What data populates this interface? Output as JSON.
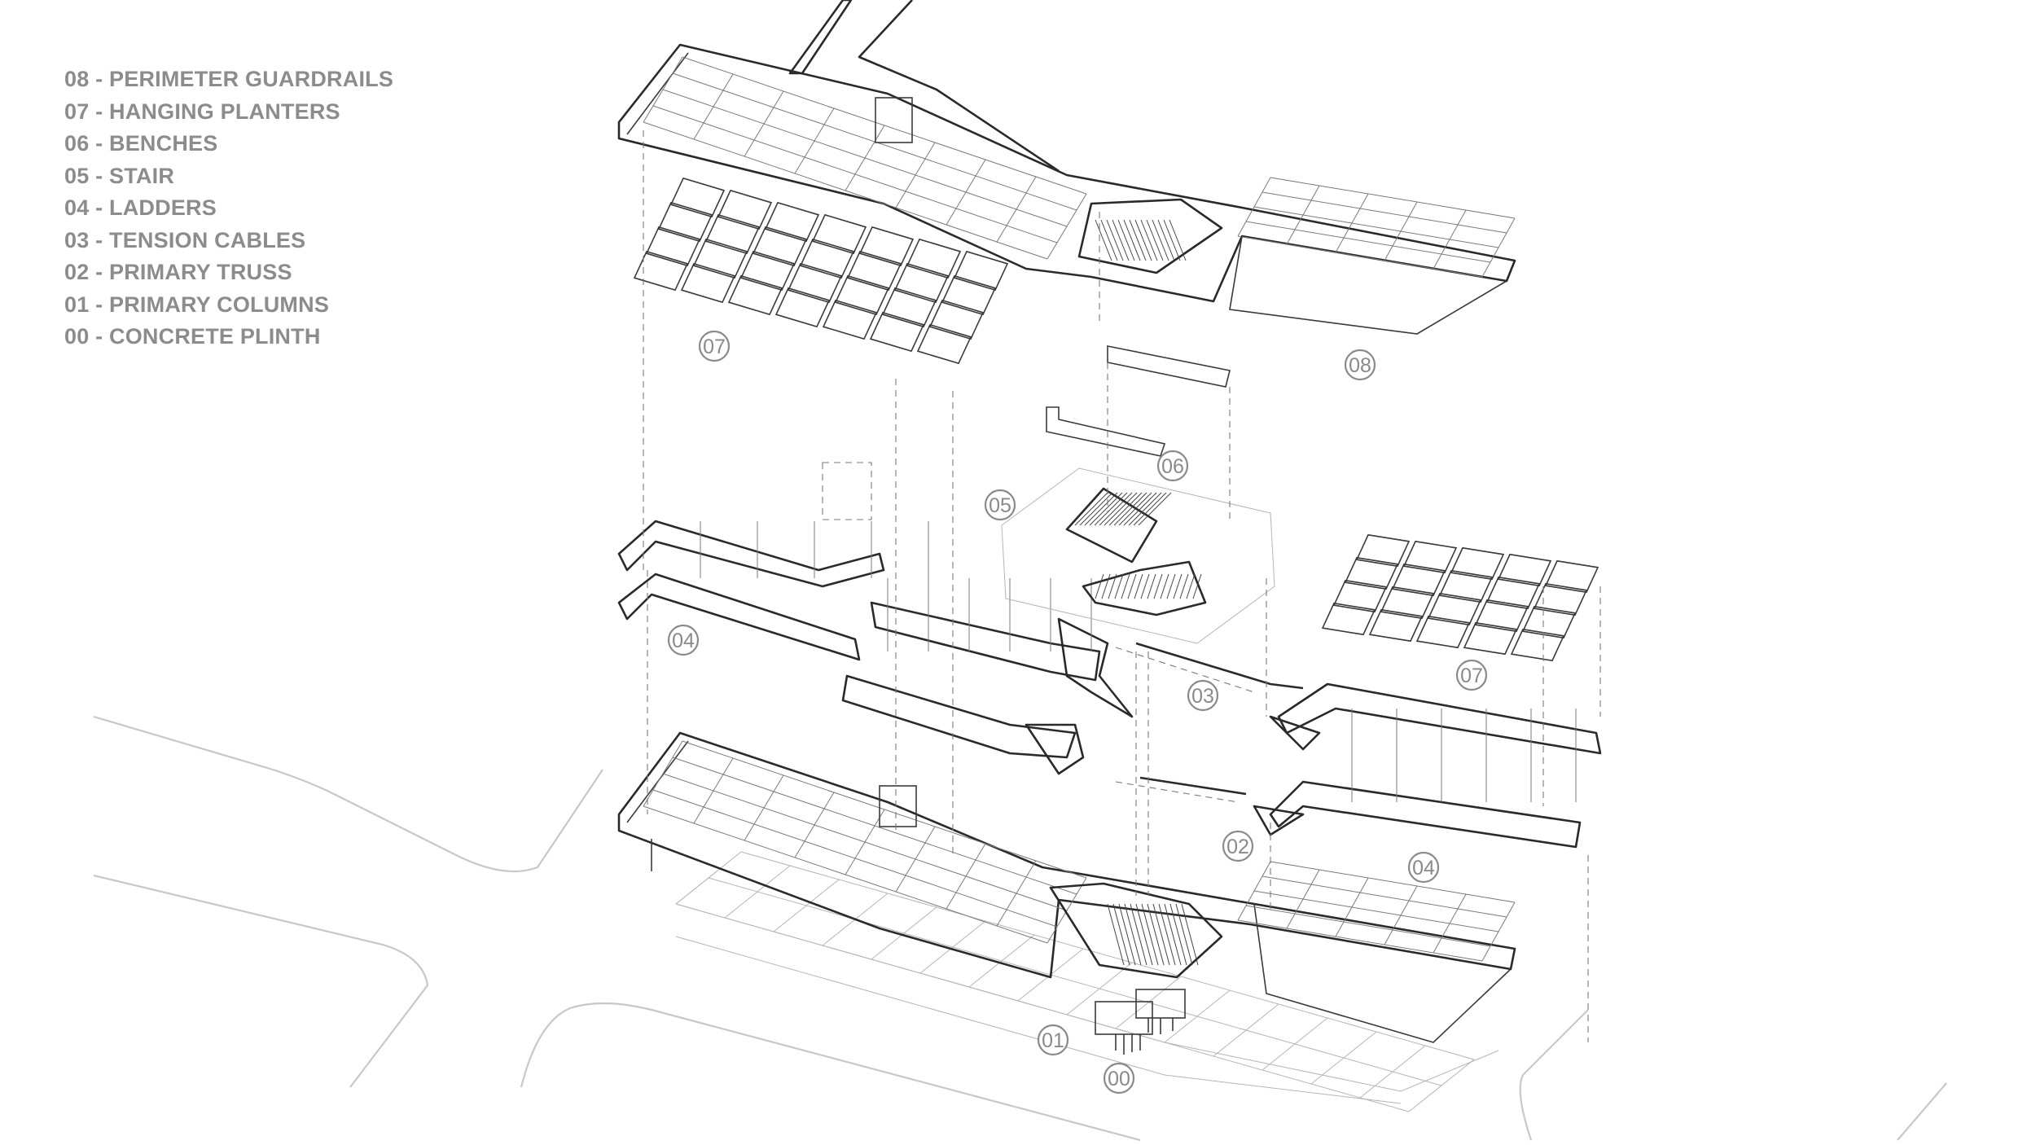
{
  "legend": {
    "items": [
      "08 - PERIMETER GUARDRAILS",
      "07 - HANGING PLANTERS",
      "06 - BENCHES",
      "05 - STAIR",
      "04 - LADDERS",
      "03 - TENSION CABLES",
      "02 - PRIMARY TRUSS",
      "01 - PRIMARY COLUMNS",
      "00 - CONCRETE PLINTH"
    ]
  },
  "tags": {
    "t08": "08",
    "t07a": "07",
    "t07b": "07",
    "t06": "06",
    "t05": "05",
    "t04a": "04",
    "t04b": "04",
    "t03": "03",
    "t02": "02",
    "t01": "01",
    "t00": "00"
  },
  "colors": {
    "legend_text": "#8c8c8c",
    "line_dark": "#2a2a2a",
    "line_light": "#b5b5b5",
    "ground": "#c8c8c8"
  }
}
